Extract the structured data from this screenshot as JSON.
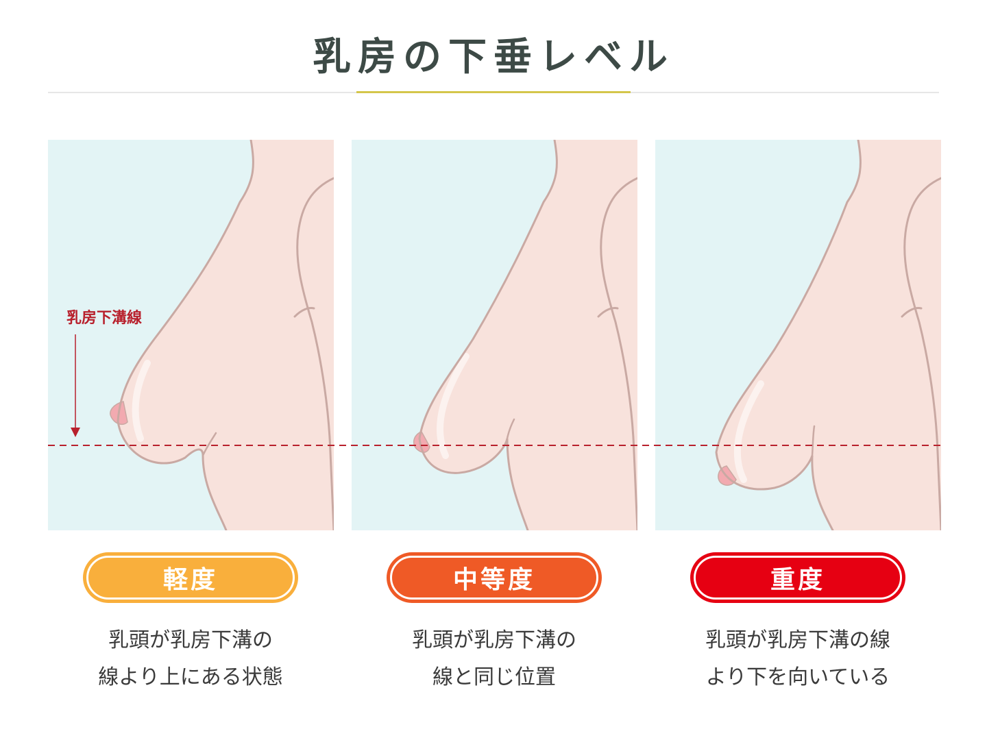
{
  "title": "乳房の下垂レベル",
  "colors": {
    "accent_line": "#d4c64a",
    "panel_bg": "#e3f4f5",
    "skin": "#f8e2dc",
    "skin_stroke": "#c9a9a3",
    "nipple": "#f2aab0",
    "fold_line": "#b8202c"
  },
  "fold_label": "乳房下溝線",
  "levels": [
    {
      "label": "軽度",
      "color": "#f9af3c",
      "desc_lines": [
        "乳頭が乳房下溝の",
        "線より上にある状態"
      ]
    },
    {
      "label": "中等度",
      "color": "#ef5a26",
      "desc_lines": [
        "乳頭が乳房下溝の",
        "線と同じ位置"
      ]
    },
    {
      "label": "重度",
      "color": "#e60012",
      "desc_lines": [
        "乳頭が乳房下溝の線",
        "より下を向いている"
      ]
    }
  ]
}
